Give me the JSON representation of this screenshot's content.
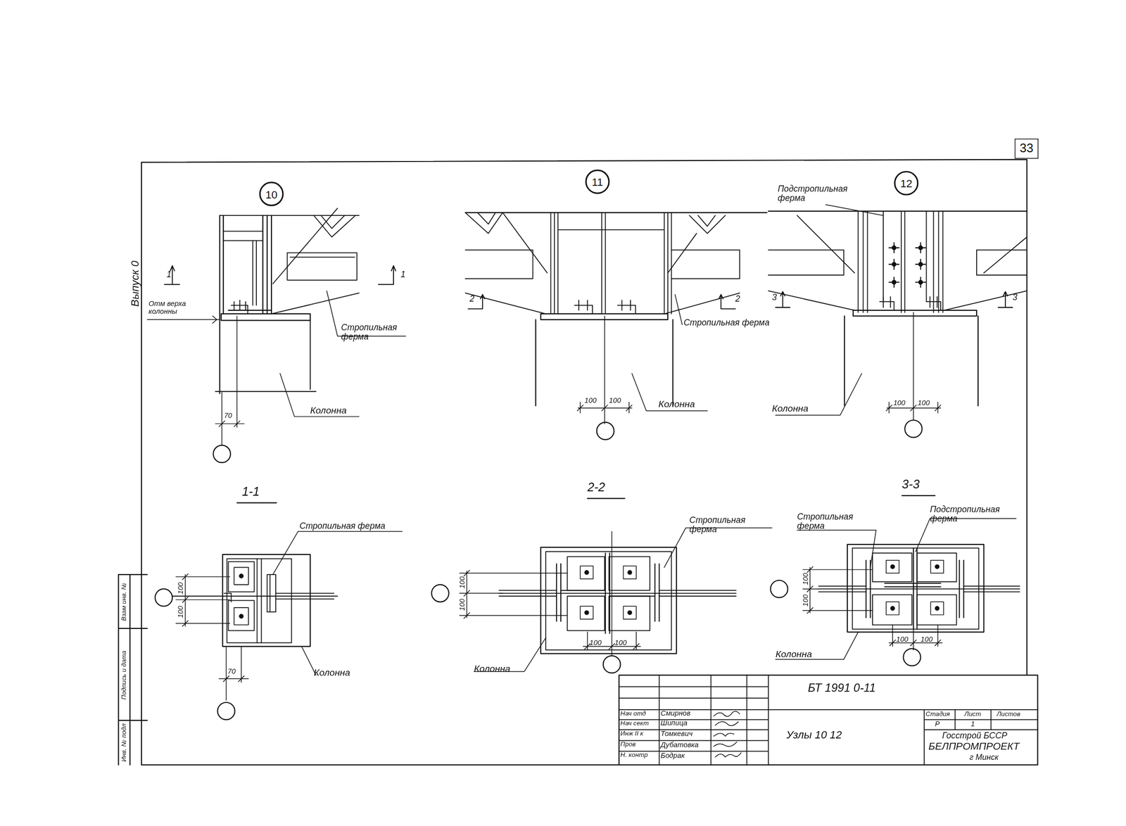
{
  "diagram": {
    "nodes": [
      {
        "text": [
          "10"
        ]
      },
      {
        "text": [
          "11"
        ]
      },
      {
        "text": [
          "12"
        ]
      },
      {
        "text": [
          "33"
        ]
      }
    ],
    "labels": [
      "Выпуск 0",
      "1",
      "1",
      "Отм верха колонны",
      "Стропильная ферма",
      "Колонна",
      "70",
      "2",
      "2",
      "Стропильная ферма",
      "100",
      "100",
      "Колонна",
      "Подстропильная ферма",
      "3",
      "3",
      "Колонна",
      "100",
      "100",
      "1-1",
      "2-2",
      "3-3",
      "Стропильная ферма",
      "100",
      "100",
      "70",
      "Колонна",
      "Стропильная ферма",
      "100",
      "100",
      "100",
      "100",
      "Колонна",
      "Стропильная ферма",
      "Подстропильная ферма",
      "100",
      "100",
      "100",
      "100",
      "Колонна",
      "БТ 1991 0-11",
      "Узлы 10 12",
      "Нач отд",
      "Смирнов",
      "Нач сект",
      "Шипица",
      "Инж II к",
      "Томкевич",
      "Пров",
      "Дубатовка",
      "Н. контр",
      "Бодрак",
      "Стадия",
      "Лист",
      "Листов",
      "Р",
      "1",
      "Госстрой БССР",
      "БЕЛПРОМПРОЕКТ",
      "г Минск",
      "Инв. № подл",
      "Подпись и дата",
      "Взам инв. №"
    ]
  }
}
